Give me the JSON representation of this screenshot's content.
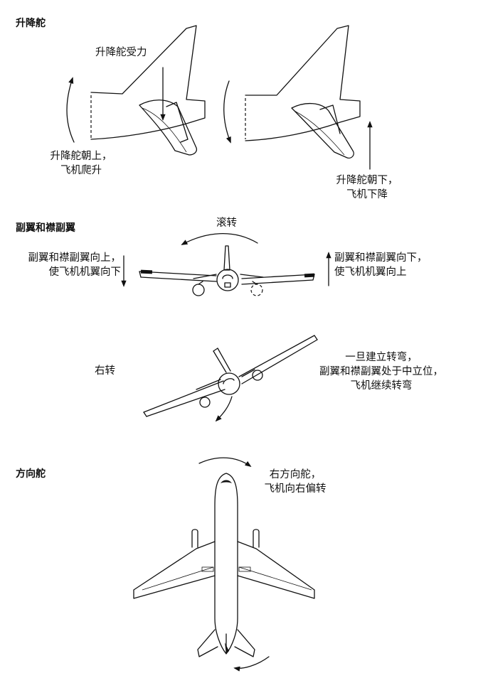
{
  "sections": {
    "elevator": {
      "heading": "升降舵",
      "force_label": "升降舵受力",
      "up_label": "升降舵朝上，\n飞机爬升",
      "down_label": "升降舵朝下，\n飞机下降"
    },
    "ailerons": {
      "heading": "副翼和襟副翼",
      "roll_label": "滚转",
      "left_label": "副翼和襟副翼向上，\n使飞机机翼向下",
      "right_label": "副翼和襟副翼向下，\n使飞机机翼向上",
      "turn_label": "右转",
      "neutral_label": "一旦建立转弯，\n副翼和襟副翼处于中立位，\n飞机继续转弯"
    },
    "rudder": {
      "heading": "方向舵",
      "label": "右方向舵，\n飞机向右偏转"
    }
  }
}
